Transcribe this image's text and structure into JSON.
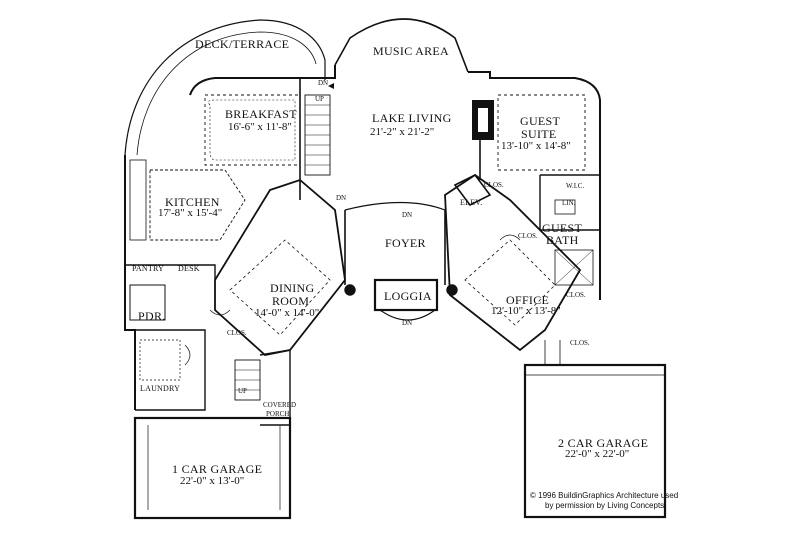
{
  "rooms": {
    "deck": "DECK/TERRACE",
    "music": "MUSIC AREA",
    "breakfast": "BREAKFAST",
    "breakfast_dim": "16'-6\" x 11'-8\"",
    "lake_living": "LAKE LIVING",
    "lake_living_dim": "21'-2\" x 21'-2\"",
    "guest_suite_1": "GUEST",
    "guest_suite_2": "SUITE",
    "guest_suite_dim": "13'-10\" x 14'-8\"",
    "kitchen": "KITCHEN",
    "kitchen_dim": "17'-8\" x 15'-4\"",
    "foyer": "FOYER",
    "loggia": "LOGGIA",
    "dining_1": "DINING",
    "dining_2": "ROOM",
    "dining_dim": "14'-0\" x 14'-0\"",
    "office": "OFFICE",
    "office_dim": "12'-10\" x 13'-8\"",
    "pantry": "PANTRY",
    "desk": "DESK",
    "pdr": "PDR.",
    "laundry": "LAUNDRY",
    "covered_porch_1": "COVERED",
    "covered_porch_2": "PORCH",
    "garage1": "1 CAR GARAGE",
    "garage1_dim": "22'-0\" x 13'-0\"",
    "garage2": "2 CAR GARAGE",
    "garage2_dim": "22'-0\" x 22'-0\"",
    "guest_bath_1": "GUEST",
    "guest_bath_2": "BATH",
    "wic": "W.I.C.",
    "lin": "LIN.",
    "elev": "ELEV.",
    "clos": "CLOS.",
    "dn": "DN",
    "up": "UP"
  },
  "copyright": {
    "line1": "© 1996 BuildinGraphics Architecture used",
    "line2": "by permission by Living Concepts"
  }
}
